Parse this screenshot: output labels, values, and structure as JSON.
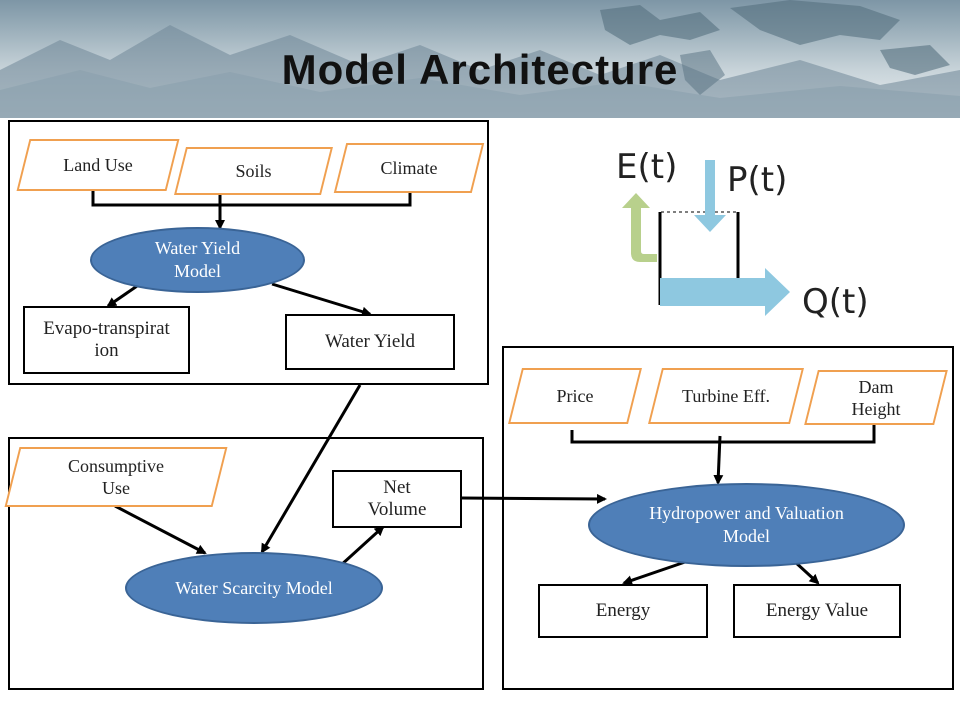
{
  "title": "Model Architecture",
  "panel1": {
    "inputs": {
      "land_use": "Land Use",
      "soils": "Soils",
      "climate": "Climate"
    },
    "model": "Water Yield Model",
    "outputs": {
      "evapo": "Evapo-transpiration",
      "water_yield": "Water Yield"
    }
  },
  "panel2": {
    "input": "Consumptive Use",
    "model": "Water Scarcity Model",
    "output": "Net Volume"
  },
  "panel3": {
    "inputs": {
      "price": "Price",
      "turbine": "Turbine Eff.",
      "dam": "Dam Height"
    },
    "model": "Hydropower and Valuation  Model",
    "outputs": {
      "energy": "Energy",
      "energy_value": "Energy Value"
    }
  },
  "reservoir": {
    "evaporation": "E(t)",
    "precipitation": "P(t)",
    "discharge": "Q(t)"
  },
  "colors": {
    "model_fill": "#4f7fb8",
    "input_border": "#f0a050",
    "precip_arrow": "#8ec8e0",
    "evap_arrow": "#b8d08c",
    "discharge_arrow": "#8ec8e0"
  }
}
